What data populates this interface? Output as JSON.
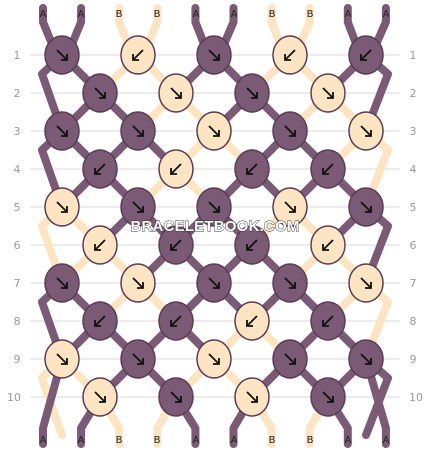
{
  "colors": {
    "A": "#7a5a74",
    "B": "#fde4c2"
  },
  "watermark": "BRACELETBOOK.COM",
  "left_row_labels": [
    "1",
    "2",
    "3",
    "4",
    "5",
    "6",
    "7",
    "8",
    "9",
    "10"
  ],
  "right_row_labels": [
    "1",
    "2",
    "3",
    "4",
    "5",
    "6",
    "7",
    "8",
    "9",
    "10"
  ],
  "top_strings": [
    "A",
    "A",
    "B",
    "B",
    "A",
    "A",
    "B",
    "B",
    "A",
    "A"
  ],
  "bottom_strings": [
    "A",
    "A",
    "B",
    "B",
    "A",
    "A",
    "B",
    "B",
    "A",
    "A"
  ],
  "knot_rows": [
    [
      [
        "A",
        "down-right"
      ],
      [
        "B",
        "down-left"
      ],
      [
        "A",
        "down-right"
      ],
      [
        "B",
        "down-left"
      ],
      [
        "A",
        "down-left"
      ]
    ],
    [
      [
        "A",
        "down-right"
      ],
      [
        "B",
        "down-right"
      ],
      [
        "A",
        "down-right"
      ],
      [
        "B",
        "down-right"
      ]
    ],
    [
      [
        "A",
        "down-right"
      ],
      [
        "A",
        "down-right"
      ],
      [
        "B",
        "down-right"
      ],
      [
        "A",
        "down-right"
      ],
      [
        "B",
        "down-right"
      ]
    ],
    [
      [
        "A",
        "down-left"
      ],
      [
        "B",
        "down-left"
      ],
      [
        "A",
        "down-left"
      ],
      [
        "A",
        "down-left"
      ]
    ],
    [
      [
        "B",
        "down-right"
      ],
      [
        "A",
        "down-right"
      ],
      [
        "A",
        "down-right"
      ],
      [
        "B",
        "down-right"
      ],
      [
        "A",
        "down-right"
      ]
    ],
    [
      [
        "B",
        "down-left"
      ],
      [
        "A",
        "down-left"
      ],
      [
        "A",
        "down-left"
      ],
      [
        "B",
        "down-left"
      ]
    ],
    [
      [
        "A",
        "down-right"
      ],
      [
        "B",
        "down-right"
      ],
      [
        "A",
        "down-right"
      ],
      [
        "A",
        "down-right"
      ],
      [
        "B",
        "down-right"
      ]
    ],
    [
      [
        "A",
        "down-left"
      ],
      [
        "A",
        "down-left"
      ],
      [
        "B",
        "down-left"
      ],
      [
        "A",
        "down-left"
      ]
    ],
    [
      [
        "B",
        "down-right"
      ],
      [
        "A",
        "down-right"
      ],
      [
        "B",
        "down-right"
      ],
      [
        "A",
        "down-right"
      ],
      [
        "A",
        "down-right"
      ]
    ],
    [
      [
        "B",
        "down-right"
      ],
      [
        "A",
        "down-right"
      ],
      [
        "B",
        "down-right"
      ],
      [
        "A",
        "down-right"
      ]
    ]
  ]
}
